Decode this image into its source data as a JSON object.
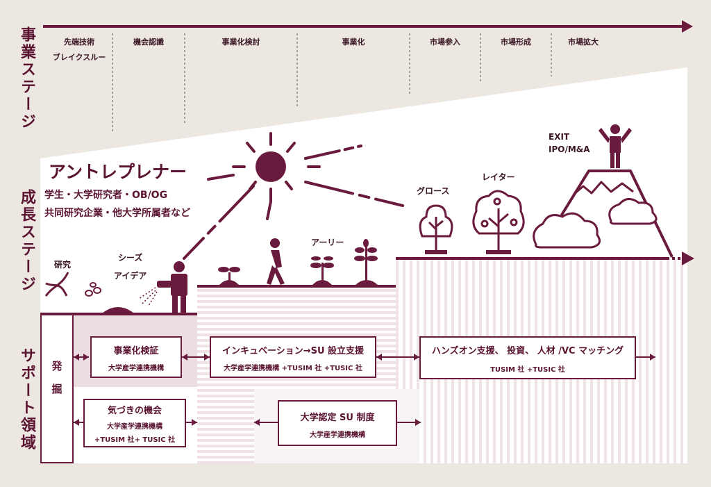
{
  "axis_labels": {
    "business_stage": "事業ステージ",
    "growth_stage": "成長ステージ",
    "support_area": "サポート領域"
  },
  "business_stages": [
    {
      "label": "先端技術",
      "sub": "ブレイクスルー"
    },
    {
      "label": "機会認識",
      "sub": ""
    },
    {
      "label": "事業化検討",
      "sub": ""
    },
    {
      "label": "事業化",
      "sub": ""
    },
    {
      "label": "市場参入",
      "sub": ""
    },
    {
      "label": "市場形成",
      "sub": ""
    },
    {
      "label": "市場拡大",
      "sub": ""
    }
  ],
  "entrepreneur": {
    "title": "アントレプレナー",
    "line1": "学生・大学研究者・OB/OG",
    "line2": "共同研究企業・他大学所属者など"
  },
  "growth_labels": {
    "research": "研究",
    "seeds": "シーズ",
    "idea": "アイデア",
    "early": "アーリー",
    "growth": "グロース",
    "later": "レイター",
    "exit": "EXIT",
    "ipo": "IPO/M&A"
  },
  "support": {
    "discovery": {
      "c1": "発",
      "c2": "掘"
    },
    "verification": {
      "title": "事業化検証",
      "org": "大学産学連携機構"
    },
    "incubation": {
      "title": "インキュベーション→SU 設立支援",
      "org": "大学産学連携機構 +TUSIM 社 +TUSIC 社"
    },
    "handson": {
      "title": "ハンズオン支援、 投資、 人材 /VC マッチング",
      "org": "TUSIM 社 +TUSIC 社"
    },
    "awareness": {
      "title": "気づきの機会",
      "org1": "大学産学連携機構",
      "org2": "+TUSIM 社+ TUSIC 社"
    },
    "certified": {
      "title": "大学認定 SU 制度",
      "org": "大学産学連携機構"
    }
  },
  "colors": {
    "accent": "#6a1a3c",
    "background": "#ede7e2"
  }
}
